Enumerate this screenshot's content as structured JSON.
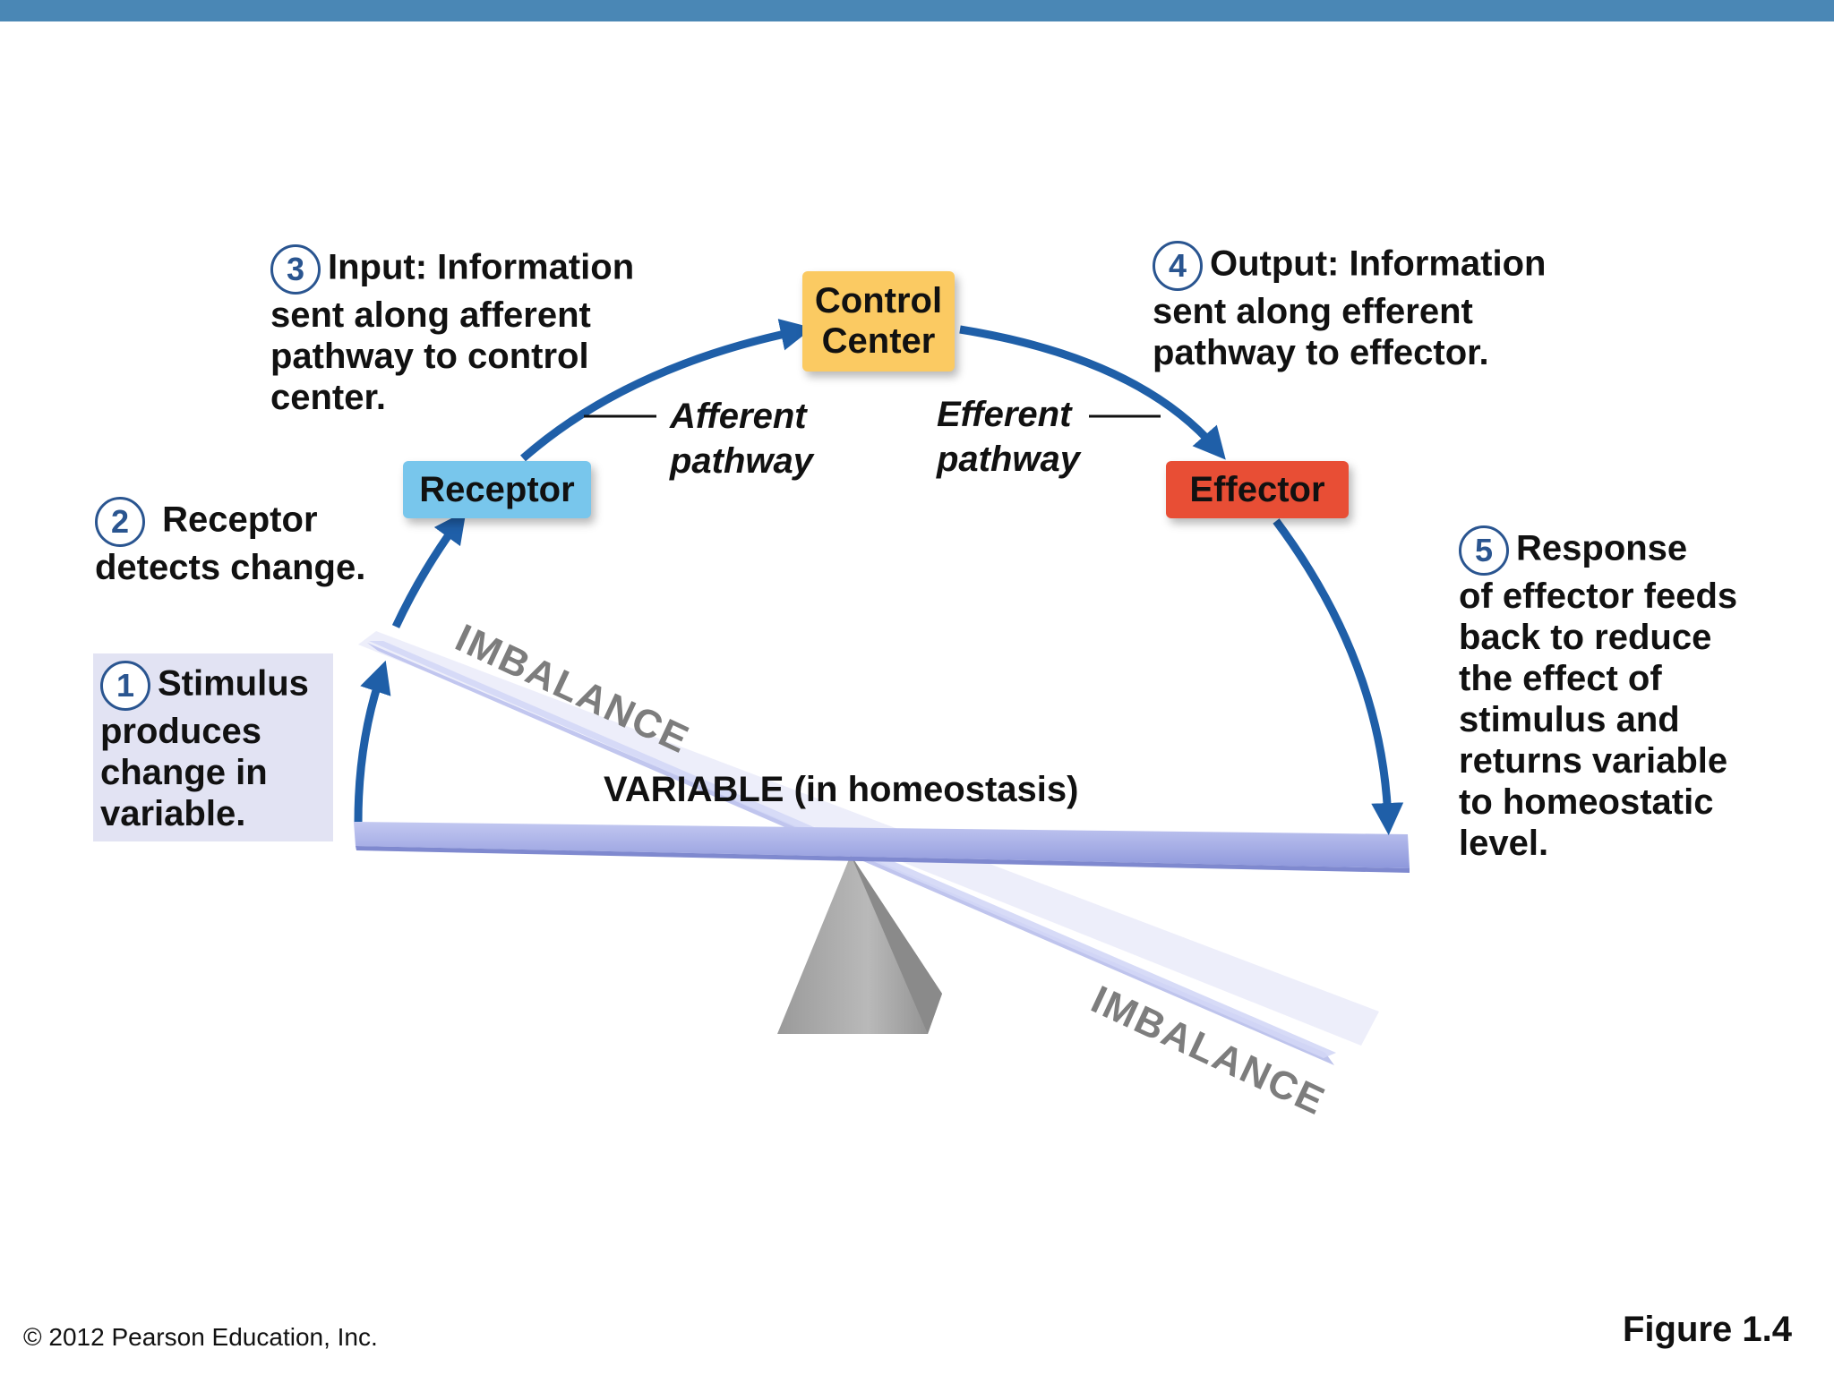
{
  "header": {
    "bar_color": "#4a87b5"
  },
  "boxes": {
    "receptor": "Receptor",
    "control_line1": "Control",
    "control_line2": "Center",
    "effector": "Effector"
  },
  "steps": {
    "s1": {
      "num": "1",
      "line1": "Stimulus",
      "line2": "produces",
      "line3": "change in",
      "line4": "variable."
    },
    "s2": {
      "num": "2",
      "line1": "Receptor",
      "line2": "detects change."
    },
    "s3": {
      "num": "3",
      "line1": "Input: Information",
      "line2": "sent along afferent",
      "line3": "pathway to control",
      "line4": "center."
    },
    "s4": {
      "num": "4",
      "line1": "Output: Information",
      "line2": "sent along efferent",
      "line3": "pathway to effector."
    },
    "s5": {
      "num": "5",
      "line1": "Response",
      "line2": "of effector feeds",
      "line3": "back to reduce",
      "line4": "the effect of",
      "line5": "stimulus and",
      "line6": "returns variable",
      "line7": "to homeostatic",
      "line8": "level."
    }
  },
  "pathways": {
    "afferent_line1": "Afferent",
    "afferent_line2": "pathway",
    "efferent_line1": "Efferent",
    "efferent_line2": "pathway"
  },
  "seesaw": {
    "imbalance_top": "IMBALANCE",
    "imbalance_bottom": "IMBALANCE",
    "variable_bold": "VARIABLE",
    "variable_rest": " (in homeostasis)"
  },
  "colors": {
    "receptor": "#78c6ec",
    "control_center": "#fbca62",
    "effector": "#e84e35",
    "arrow": "#1f5fa8",
    "number_circle": "#2a5590",
    "beam": "#9aa3e0",
    "fulcrum": "#a9a9a9"
  },
  "footer": {
    "copyright": "© 2012 Pearson Education, Inc.",
    "figure": "Figure 1.4"
  }
}
